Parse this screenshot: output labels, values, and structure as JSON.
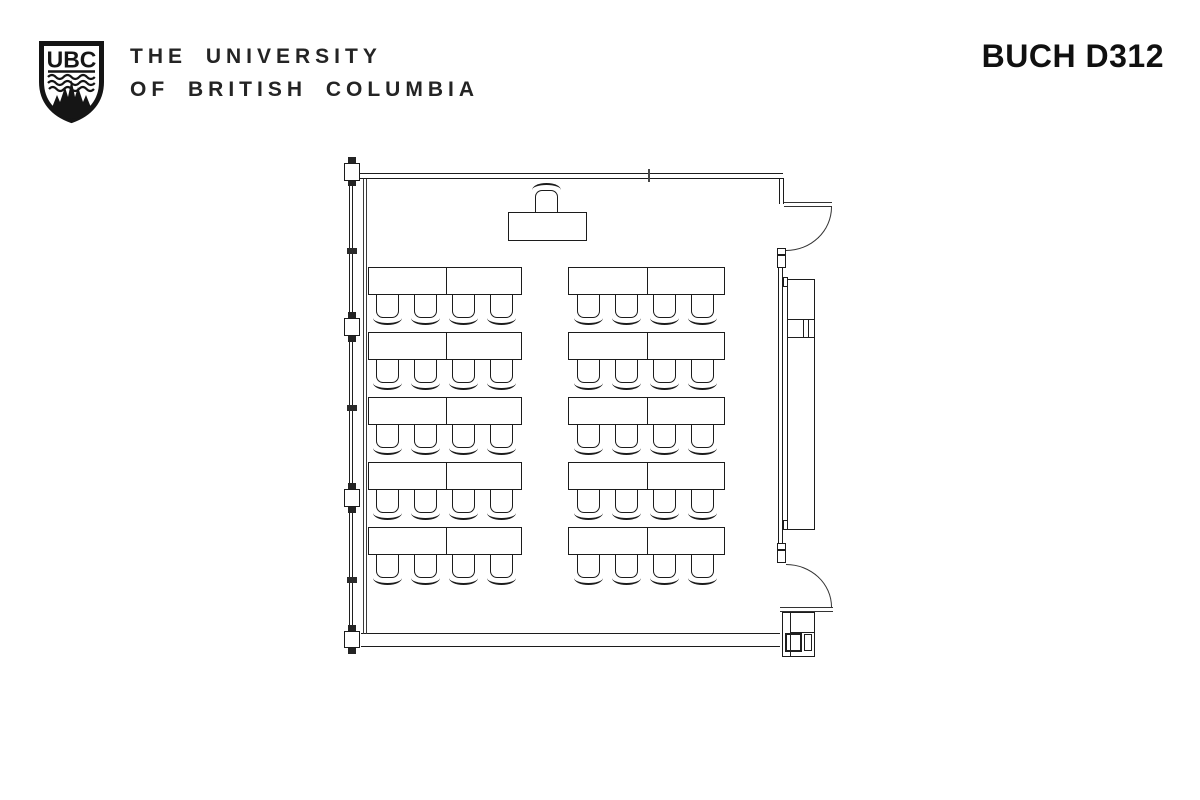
{
  "header": {
    "logo": {
      "monogram": "UBC"
    },
    "wordmark_line1": "THE UNIVERSITY",
    "wordmark_line2": "OF BRITISH COLUMBIA",
    "room_title": "BUCH D312"
  },
  "floorplan": {
    "room_name": "BUCH D312",
    "kind": "classroom seating plan",
    "grid": {
      "rows": 5,
      "columns": 2,
      "seats_per_table_group": 4,
      "table_groups": 10,
      "total_student_seats": 40
    },
    "instructor_station": {
      "tables": 1,
      "chairs": 1,
      "position": "front-center"
    },
    "features": {
      "left": "window wall with mullions",
      "top_right": "door with swing arc",
      "bottom_right": "door with swing arc",
      "right": "wall-mounted board panel"
    }
  },
  "colors": {
    "background": "#ffffff",
    "wall_line": "#484848",
    "furniture_line": "#1c1c1c",
    "text": "#1c1c1c"
  }
}
